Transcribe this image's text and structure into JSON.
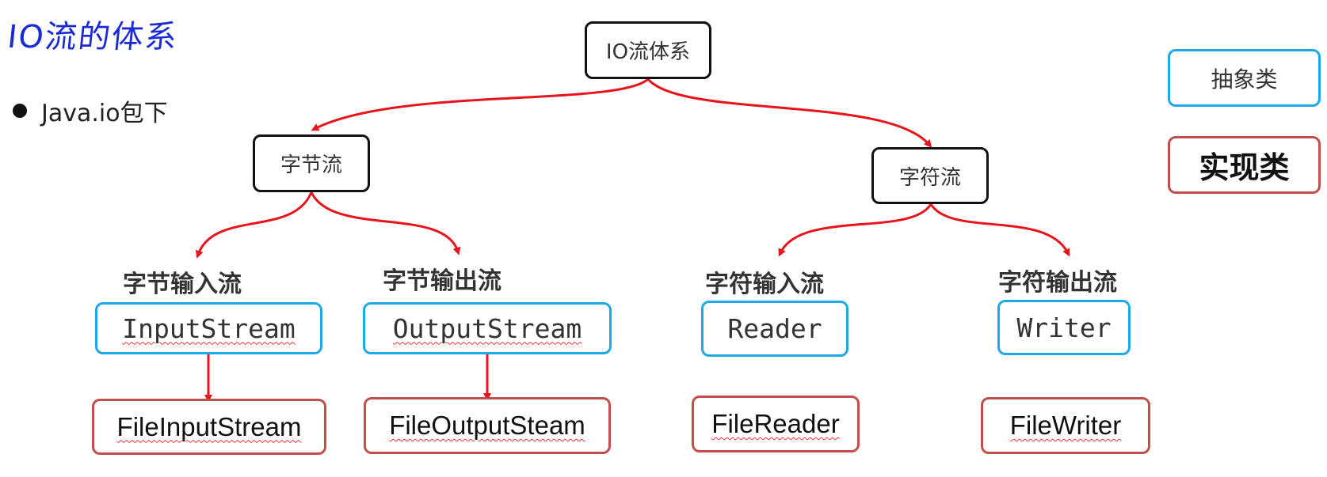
{
  "title": "IO流的体系",
  "bullet": "Java.io包下",
  "root": "IO流体系",
  "byte_stream": "字节流",
  "char_stream": "字符流",
  "categories": {
    "byte_input": "字节输入流",
    "byte_output": "字节输出流",
    "char_input": "字符输入流",
    "char_output": "字符输出流"
  },
  "abstract_classes": {
    "input_stream": "InputStream",
    "output_stream": "OutputStream",
    "reader": "Reader",
    "writer": "Writer"
  },
  "impl_classes": {
    "file_input_stream": "FileInputStream",
    "file_output_steam": "FileOutputSteam",
    "file_reader": "FileReader",
    "file_writer": "FileWriter"
  },
  "legend": {
    "abstract_label": "抽象类",
    "impl_label": "实现类"
  },
  "colors": {
    "arrow": "#e8141c",
    "abstract_border": "#1ea8e6",
    "impl_border": "#c0504d",
    "title": "#1a2bd6"
  }
}
